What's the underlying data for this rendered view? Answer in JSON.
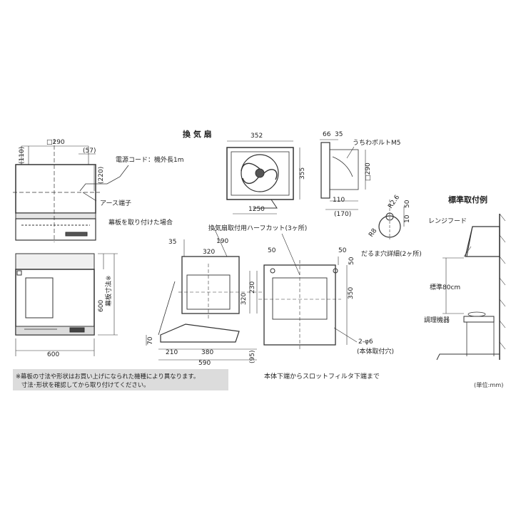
{
  "title": "換 気 扇",
  "standard_example": {
    "title": "標準取付例",
    "range_hood": "レンジフード",
    "height": "標準80cm",
    "cooking_device": "調理機器"
  },
  "hood": {
    "dim_290": "□290",
    "dim_110": "(110)",
    "dim_57": "(57)",
    "dim_220": "(220)",
    "power_cord": "電源コード：機外長1m",
    "earth": "アース端子",
    "panel_case": "幕板を取り付けた場合",
    "panel_size": "幕板寸法※",
    "dim_600_h": "600",
    "dim_600_w": "600"
  },
  "fan": {
    "dim_352": "352",
    "dim_355": "355",
    "dim_1250": "1250",
    "dim_66": "66",
    "dim_35": "35",
    "bolt": "うちわボルトM5",
    "dim_290": "□290",
    "dim_110": "110",
    "dim_170": "(170)",
    "r26": "R2.6",
    "dim_50": "50",
    "dim_10": "10",
    "r8": "R8"
  },
  "side": {
    "dim_35": "35",
    "dim_190": "190",
    "dim_320": "320",
    "dim_320v": "320",
    "dim_230": "230",
    "dim_70": "70",
    "dim_210": "210",
    "dim_380": "380",
    "dim_590": "590",
    "dim_95": "(95)",
    "half_cut": "換気扇取付用ハーフカット(3ヶ所)",
    "slot_note": "本体下端からスロットフィルタ下端まで"
  },
  "plate": {
    "dim_50a": "50",
    "dim_50b": "50",
    "dim_50c": "50",
    "dim_350": "350",
    "daruma": "だるま穴詳細(2ヶ所)",
    "phi6": "2-φ6",
    "mount_hole": "(本体取付穴)"
  },
  "notes": {
    "line1": "※幕板の寸法や形状はお買い上げになられた機種により異なります。",
    "line2": "寸法･形状を確認してから取り付けてください。"
  },
  "unit": "(単位:mm)"
}
